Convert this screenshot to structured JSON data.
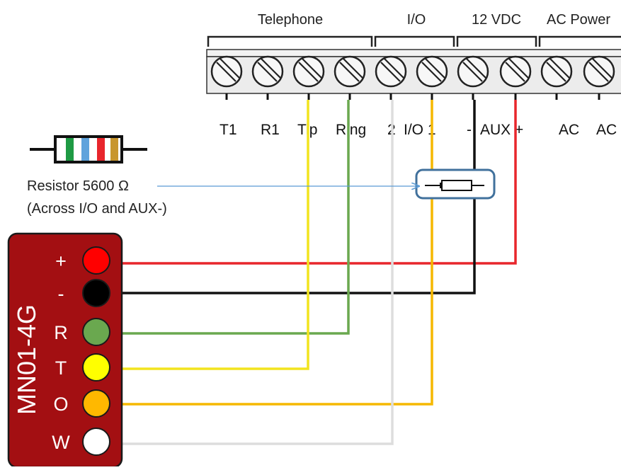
{
  "groups": [
    {
      "label": "Telephone"
    },
    {
      "label": "I/O"
    },
    {
      "label": "12 VDC"
    },
    {
      "label": "AC Power"
    }
  ],
  "terminals": [
    {
      "label": "T1"
    },
    {
      "label": "R1"
    },
    {
      "label": "Tip"
    },
    {
      "label": "Ring"
    },
    {
      "label": "2"
    },
    {
      "label": "I/O 1"
    },
    {
      "label": "-"
    },
    {
      "label": "AUX +"
    },
    {
      "label": "AC"
    },
    {
      "label": "AC"
    }
  ],
  "resistor": {
    "label": "Resistor 5600 Ω",
    "note": "(Across I/O and AUX-)",
    "band_colors": [
      "#1e9a44",
      "#5fa3dc",
      "#e8262c",
      "#c8962e"
    ]
  },
  "module": {
    "name": "MN01-4G",
    "color": "#a30f12",
    "pins": [
      {
        "label": "+",
        "color": "#ff0000",
        "wire": "#e8262c"
      },
      {
        "label": "-",
        "color": "#000000",
        "wire": "#111111"
      },
      {
        "label": "R",
        "color": "#6aa84f",
        "wire": "#6aa84f"
      },
      {
        "label": "T",
        "color": "#ffff00",
        "wire": "#f2e41e"
      },
      {
        "label": "O",
        "color": "#ffb800",
        "wire": "#f5b800"
      },
      {
        "label": "W",
        "color": "#ffffff",
        "wire": "#dddddd"
      }
    ]
  }
}
